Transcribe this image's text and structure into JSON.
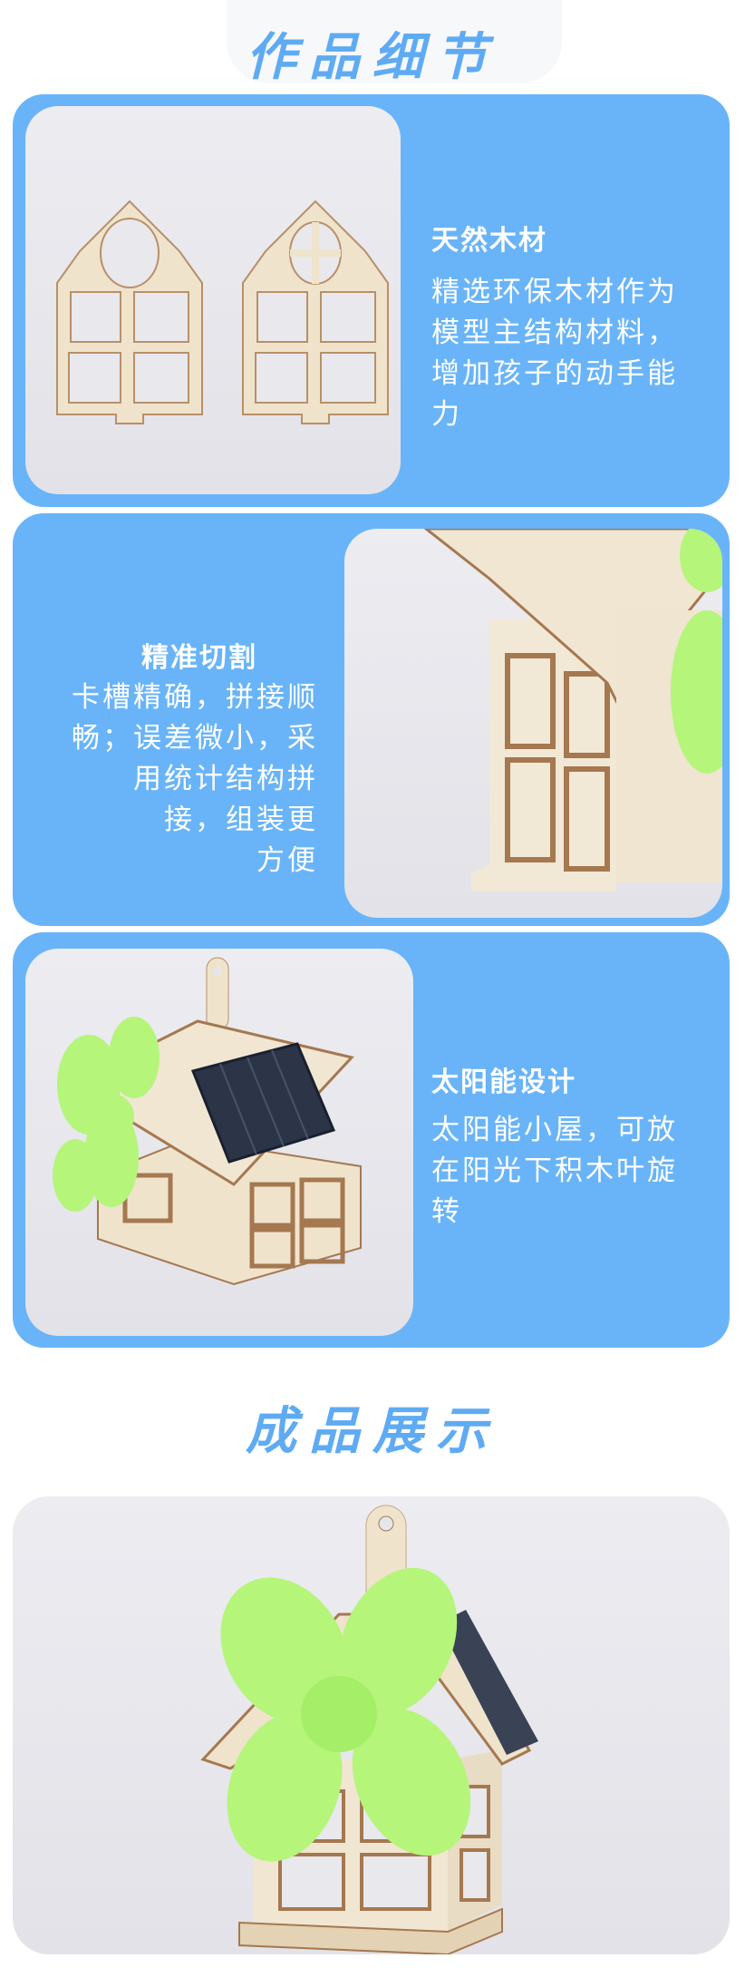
{
  "section_details": {
    "title": "作品细节",
    "features": [
      {
        "heading": "天然木材",
        "lines": [
          "精选环保木材作为",
          "模型主结构材料，",
          "增加孩子的动手能",
          "力"
        ]
      },
      {
        "heading": "精准切割",
        "lines": [
          "卡槽精确，拼接顺",
          "畅；误差微小，采",
          "用统计结构拼",
          "接，组装更",
          "方便"
        ]
      },
      {
        "heading": "太阳能设计",
        "lines": [
          "太阳能小屋，可放",
          "在阳光下积木叶旋",
          "转"
        ]
      }
    ]
  },
  "section_showcase": {
    "title": "成品展示"
  },
  "colors": {
    "card": "#69b4f8",
    "title": "#5fabf3",
    "wood": "#efe3cc",
    "fan": "#b4f57a",
    "solar": "#2c3548"
  }
}
